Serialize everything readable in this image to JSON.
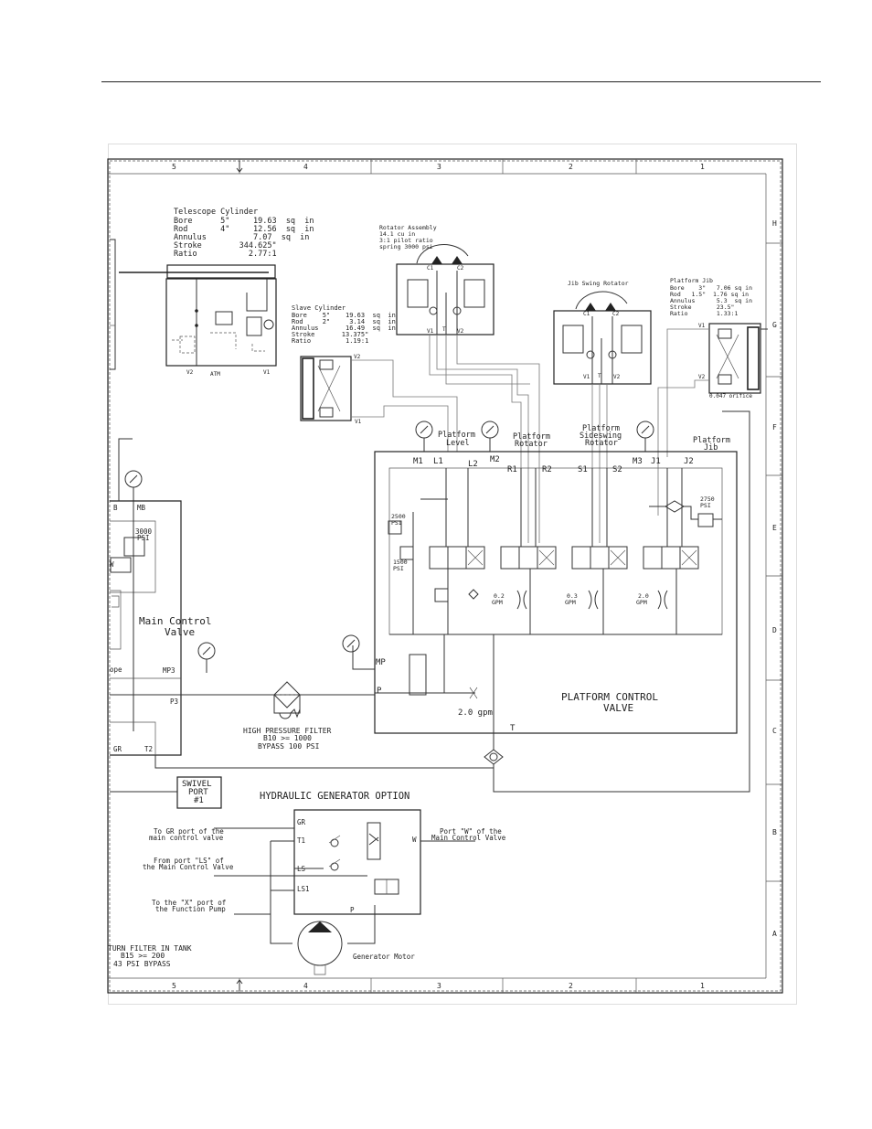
{
  "grid": {
    "cols": [
      "5",
      "4",
      "3",
      "2",
      "1"
    ],
    "rows": [
      "H",
      "G",
      "F",
      "E",
      "D",
      "C",
      "B",
      "A"
    ]
  },
  "telescope": {
    "title": "Telescope Cylinder",
    "specs": [
      "Bore      5\"     19.63  sq  in",
      "Rod       4\"     12.56  sq  in",
      "Annulus          7.07  sq  in",
      "Stroke        344.625\"",
      "Ratio           2.77:1"
    ],
    "ports": [
      "V2",
      "ATM",
      "V1"
    ]
  },
  "slave": {
    "title": "Slave Cylinder",
    "specs": [
      "Bore    5\"    19.63  sq  in",
      "Rod     2\"     3.14  sq  in",
      "Annulus       16.49  sq  in",
      "Stroke       13.375\"",
      "Ratio         1.19:1"
    ],
    "ports": [
      "V2",
      "V1"
    ]
  },
  "rotator": {
    "title": "Rotator Assembly",
    "specs": [
      "14.1 cu in",
      "3:1 pilot ratio",
      "spring 3000 psi"
    ],
    "ports": [
      "C1",
      "C2",
      "V1",
      "T",
      "V2"
    ]
  },
  "jibswing": {
    "title": "Jib Swing Rotator",
    "ports": [
      "C1",
      "C2",
      "V1",
      "T",
      "V2"
    ]
  },
  "platjib": {
    "title": "Platform Jib",
    "specs": [
      "Bore    3\"   7.06 sq in",
      "Rod   1.5\"  1.76 sq in",
      "Annulus      5.3  sq in",
      "Stroke       23.5\"",
      "Ratio        1.33:1"
    ],
    "ports": [
      "V1",
      "V2"
    ],
    "orifice": "0.047 orifice"
  },
  "gauges": {
    "level": "Platform\nLevel",
    "level_l1": "Platform",
    "level_l2": "Level",
    "rotator_l1": "Platform",
    "rotator_l2": "Rotator",
    "sideswing_l1": "Platform",
    "sideswing_l2": "Sideswing",
    "sideswing_l3": "Rotator",
    "jib_l1": "Platform",
    "jib_l2": "Jib"
  },
  "pcv": {
    "ports": [
      "M1",
      "L1",
      "L2",
      "M2",
      "R1",
      "R2",
      "S1",
      "S2",
      "M3",
      "J1",
      "J2"
    ],
    "relief1": [
      "2500",
      "PSI"
    ],
    "relief2": [
      "1500",
      "PSI"
    ],
    "relief3": [
      "2750",
      "PSI"
    ],
    "flows": [
      [
        "0.2",
        "GPM"
      ],
      [
        "0.3",
        "GPM"
      ],
      [
        "2.0",
        "GPM"
      ]
    ],
    "title_l1": "PLATFORM CONTROL",
    "title_l2": "VALVE",
    "mp": "MP",
    "p": "P",
    "t": "T",
    "gpm": "2.0 gpm"
  },
  "mcv": {
    "title_l1": "Main Control",
    "title_l2": "Valve",
    "ports": [
      "B",
      "MB",
      "MP3",
      "P3",
      "GR",
      "T2"
    ],
    "relief": [
      "3000",
      "PSI"
    ],
    "w": "W",
    "cut": "ope"
  },
  "filter": {
    "l1": "HIGH PRESSURE FILTER",
    "l2": "B10 >= 1000",
    "l3": "BYPASS 100 PSI"
  },
  "swivel": [
    "SWIVEL",
    "PORT",
    "#1"
  ],
  "hgo": {
    "title": "HYDRAULIC GENERATOR OPTION",
    "ports": [
      "GR",
      "T1",
      "LS",
      "LS1",
      "P",
      "W"
    ],
    "n1": [
      "To GR port of the",
      "main control valve"
    ],
    "n2": [
      "From port \"LS\" of",
      "the Main Control Valve"
    ],
    "n3": [
      "To the \"X\" port of",
      "the Function Pump"
    ],
    "n4": [
      "Port \"W\" of the",
      "Main Control Valve"
    ],
    "motor": "Generator Motor"
  },
  "return_filter": [
    "TURN FILTER IN TANK",
    "B15 >= 200",
    "43 PSI BYPASS"
  ]
}
